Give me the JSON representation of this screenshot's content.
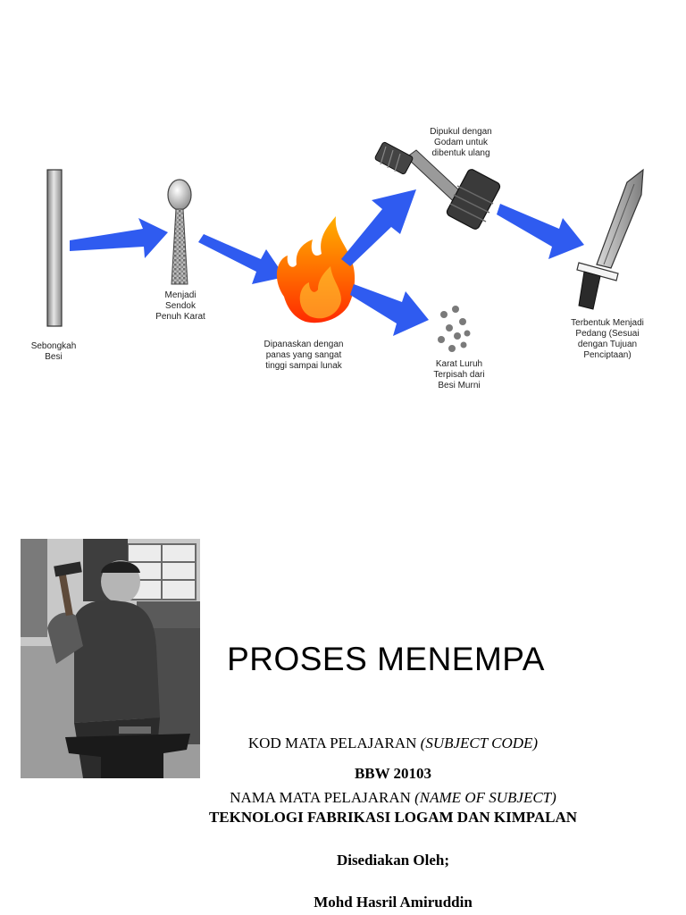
{
  "diagram": {
    "labels": {
      "bar": "Sebongkah\nBesi",
      "spoon": "Menjadi\nSendok\nPenuh Karat",
      "fire": "Dipanaskan dengan\npanas yang sangat\ntinggi sampai lunak",
      "hammer": "Dipukul dengan\nGodam untuk\ndibentuk ulang",
      "rust": "Karat Luruh\nTerpisah dari\nBesi Murni",
      "sword": "Terbentuk Menjadi\nPedang (Sesuai\ndengan Tujuan\nPenciptaan)"
    },
    "arrow_color": "#2f5bf0",
    "flame_colors": [
      "#ff2a00",
      "#ffb000"
    ]
  },
  "title": "PROSES MENEMPA",
  "subject_code_label": "KOD MATA PELAJARAN",
  "subject_code_label_en": "(SUBJECT CODE)",
  "subject_code": "BBW 20103",
  "subject_name_label": "NAMA MATA PELAJARAN",
  "subject_name_label_en": "(NAME OF SUBJECT)",
  "subject_name": "TEKNOLOGI FABRIKASI LOGAM DAN KIMPALAN",
  "prepared_by_label": "Disediakan Oleh;",
  "author": "Mohd Hasril Amiruddin"
}
